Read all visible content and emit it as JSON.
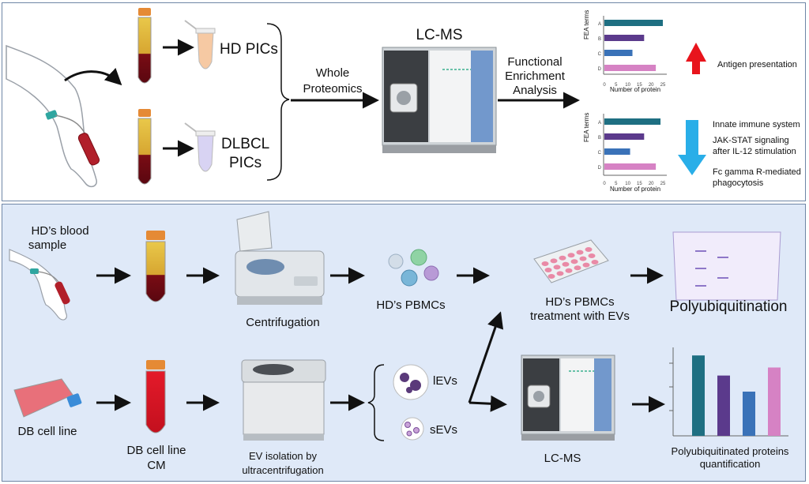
{
  "colors": {
    "panel_border": "#6f86a6",
    "bottom_bg": "#dfe9f8",
    "teal": "#1e6f82",
    "purple": "#5b3a8c",
    "blue": "#3a72b8",
    "pink": "#d682c4",
    "up_arrow": "#e8141c",
    "down_arrow": "#29aee8"
  },
  "top": {
    "hd_pics": "HD PICs",
    "dlbcl_pics_line1": "DLBCL",
    "dlbcl_pics_line2": "PICs",
    "whole_line1": "Whole",
    "whole_line2": "Proteomics",
    "lcms": "LC-MS",
    "fea_line1": "Functional",
    "fea_line2": "Enrichment",
    "fea_line3": "Analysis",
    "up_terms": [
      "Antigen presentation"
    ],
    "down_terms": [
      "Innate immune system",
      "JAK-STAT signaling",
      "after IL-12 stimulation",
      "Fc gamma R-mediated",
      "phagocytosis"
    ]
  },
  "mini_charts": {
    "ylabel": "FEA terms",
    "xlabel": "Number of protein",
    "categories": [
      "A",
      "B",
      "C",
      "D"
    ],
    "xticks": [
      "0",
      "5",
      "10",
      "15",
      "20",
      "25"
    ]
  },
  "chart_data": [
    {
      "type": "bar",
      "orientation": "horizontal",
      "ylabel": "FEA terms",
      "xlabel": "Number of protein",
      "categories": [
        "A",
        "B",
        "C",
        "D"
      ],
      "values": [
        25,
        17,
        12,
        22
      ],
      "xlim": [
        0,
        25
      ]
    },
    {
      "type": "bar",
      "orientation": "horizontal",
      "ylabel": "FEA terms",
      "xlabel": "Number of protein",
      "categories": [
        "A",
        "B",
        "C",
        "D"
      ],
      "values": [
        24,
        17,
        11,
        22
      ],
      "xlim": [
        0,
        25
      ]
    },
    {
      "type": "bar",
      "orientation": "vertical",
      "categories": [
        "",
        "",
        "",
        ""
      ],
      "values": [
        100,
        75,
        55,
        85
      ],
      "ylim": [
        0,
        110
      ]
    }
  ],
  "bottom": {
    "blood_line1": "HD’s blood",
    "blood_line2": "sample",
    "centrifugation": "Centrifugation",
    "pbmcs": "HD’s PBMCs",
    "treat_line1": "HD’s PBMCs",
    "treat_line2": "treatment with EVs",
    "polyubiq": "Polyubiquitination",
    "db_cell": "DB cell line",
    "db_cm_line1": "DB cell line",
    "db_cm_line2": "CM",
    "ev_line1": "EV isolation by",
    "ev_line2": "ultracentrifugation",
    "levs": "lEVs",
    "sevs": "sEVs",
    "lcms": "LC-MS",
    "quant_line1": "Polyubiquitinated proteins",
    "quant_line2": "quantification"
  }
}
